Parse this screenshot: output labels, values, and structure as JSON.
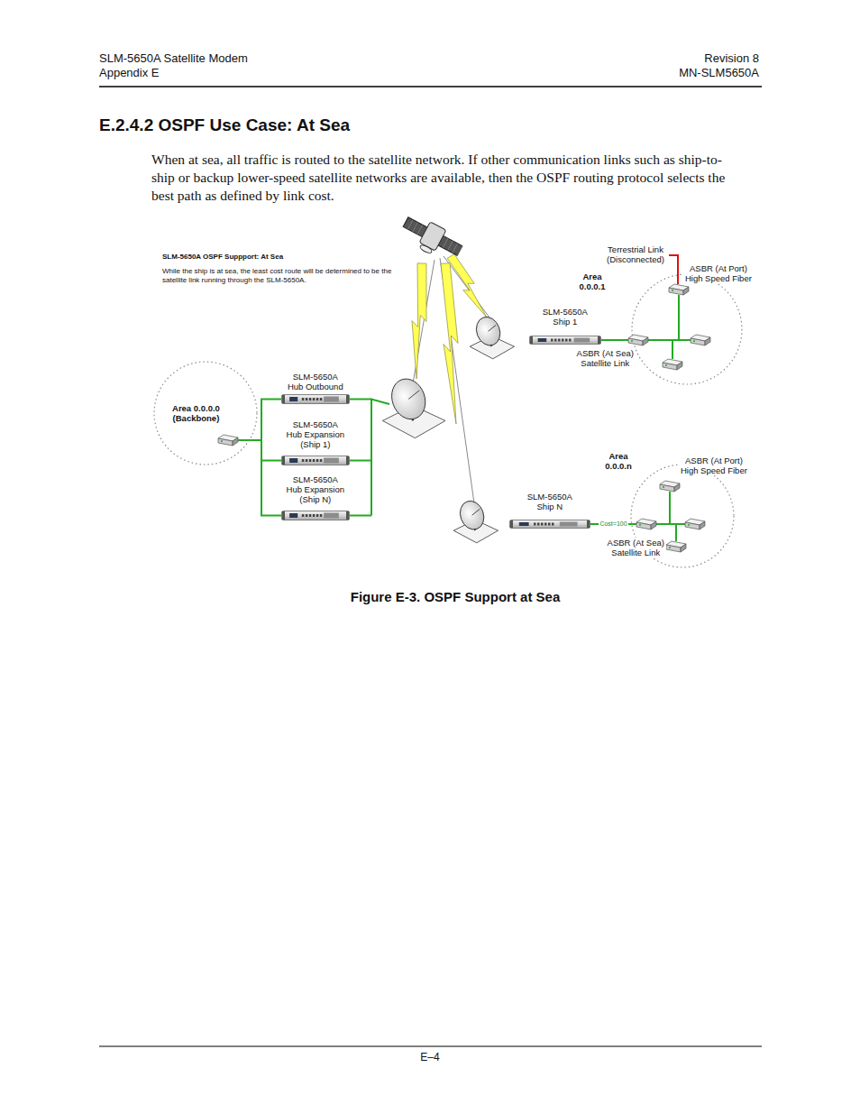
{
  "diagram": {
    "title": "E.2.4.2 OSPF Use Case: At Sea",
    "caption": "Figure E-3. OSPF Support at Sea",
    "nodes": [
      {
        "text": [
          "Area 0.0.0.0 (Backbone)"
        ]
      },
      {
        "text": [
          "SLM-5650A Hub Outbound"
        ]
      },
      {
        "text": [
          "SLM-5650A Hub Expansion (Ship 1)"
        ]
      },
      {
        "text": [
          "SLM-5650A Hub Expansion (Ship N)"
        ]
      },
      {
        "text": [
          "Area 0.0.0.1"
        ]
      },
      {
        "text": [
          "ASBR (At Port) High Speed Fiber"
        ],
        "in": 4
      },
      {
        "text": [
          "ASBR (At Sea) Satellite Link"
        ],
        "in": 4
      },
      {
        "text": [
          "SLM-5650A Ship 1"
        ]
      },
      {
        "text": [
          "Area 0.0.0.n"
        ]
      },
      {
        "text": [
          "ASBR (At Port) High Speed Fiber"
        ],
        "in": 8
      },
      {
        "text": [
          "ASBR (At Sea) Satellite Link"
        ],
        "in": 8
      },
      {
        "text": [
          "SLM-5650A Ship N"
        ]
      }
    ],
    "edges": [
      {
        "from": 1,
        "to": 0,
        "arrow": "none"
      },
      {
        "from": 2,
        "to": 0,
        "arrow": "none"
      },
      {
        "from": 3,
        "to": 0,
        "arrow": "none"
      },
      {
        "from": 7,
        "to": 6,
        "arrow": "none"
      },
      {
        "from": 6,
        "to": 5,
        "arrow": "none"
      },
      {
        "from": 11,
        "to": 10,
        "label": "Cost=100",
        "arrow": "none"
      },
      {
        "from": 10,
        "to": 9,
        "arrow": "none"
      }
    ],
    "labels": [
      "SLM-5650A Satellite Modem",
      "Appendix E",
      "Revision 8",
      "MN-SLM5650A",
      "When at sea, all traffic is routed to the satellite network. If other communication links such as ship-to-ship or backup lower-speed satellite networks are available, then the OSPF routing protocol selects the best path as defined by link cost.",
      "SLM-5650A OSPF Suppport: At Sea",
      "While the ship is at sea, the least cost route will be determined to be the satellite link running through the SLM-5650A.",
      "Terrestrial Link (Disconnected)",
      "E–4"
    ]
  }
}
